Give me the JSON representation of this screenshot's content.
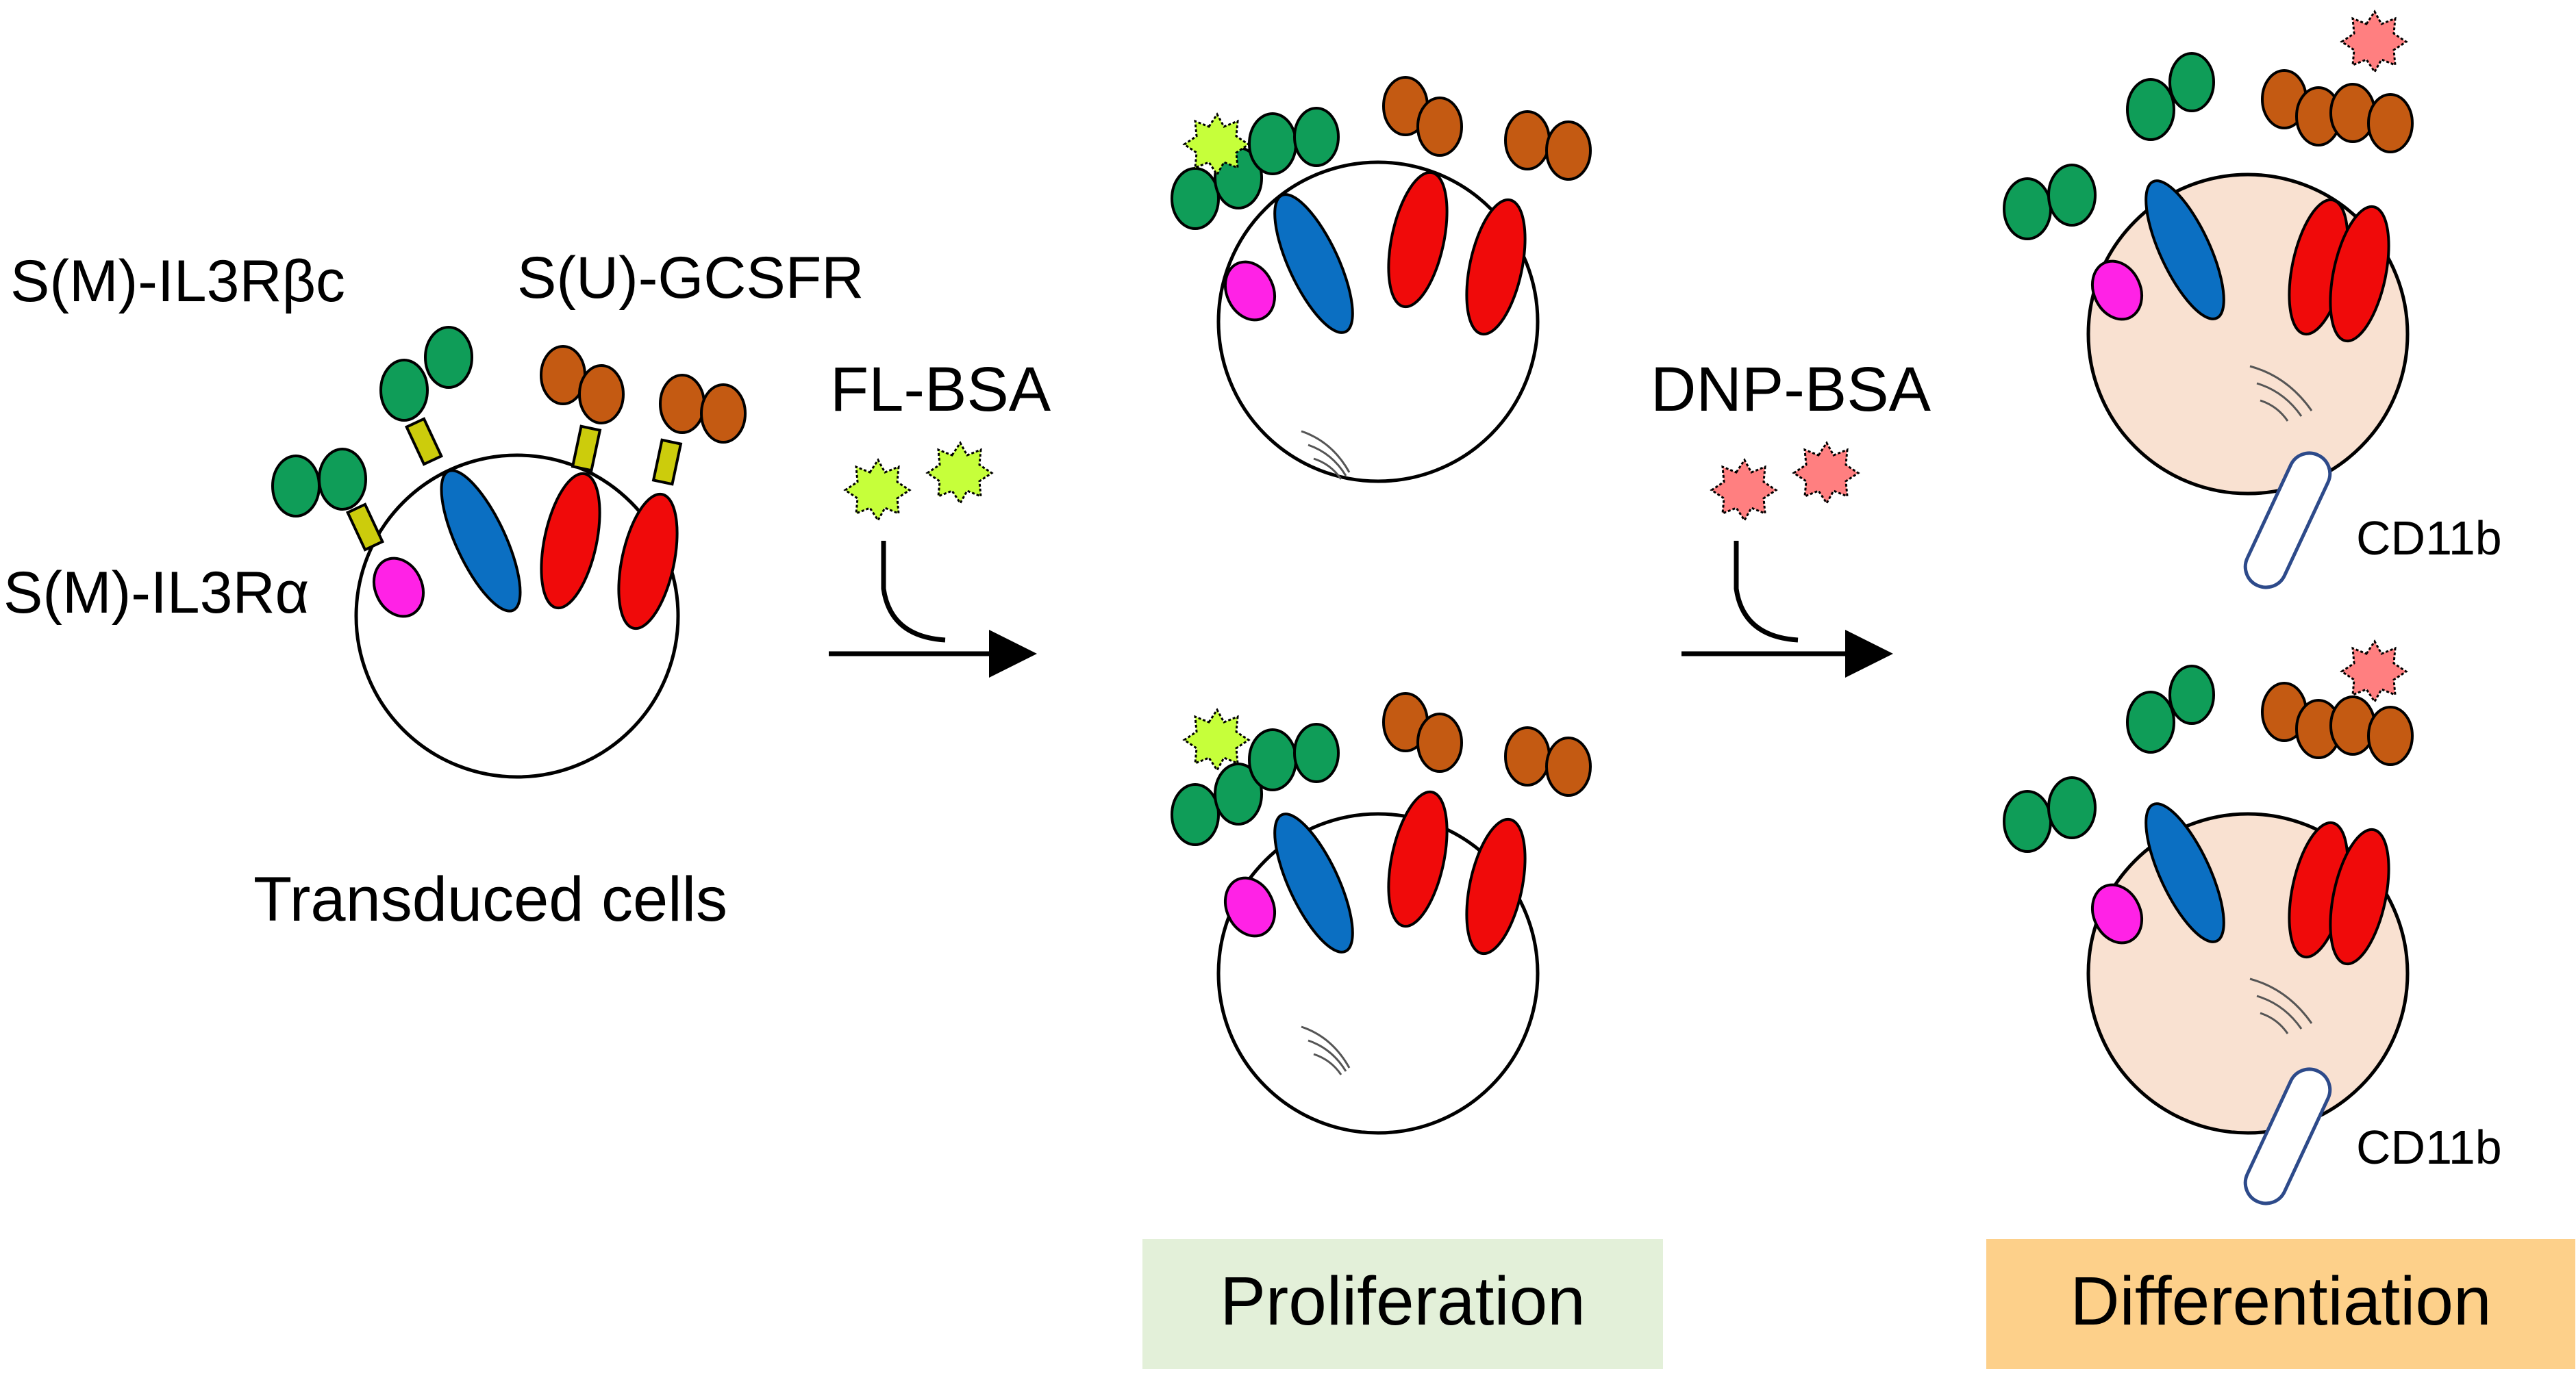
{
  "labels": {
    "il3rbc": "S(M)-IL3Rβc",
    "gcsfr": "S(U)-GCSFR",
    "il3ra": "S(M)-IL3Rα",
    "transduced": "Transduced cells",
    "fl_bsa": "FL-BSA",
    "dnp_bsa": "DNP-BSA",
    "cd11b_top": "CD11b",
    "cd11b_bottom": "CD11b",
    "proliferation": "Proliferation",
    "differentiation": "Differentiation"
  },
  "colors": {
    "green": "#0f9d58",
    "blue": "#0b6fc2",
    "red": "#f00a0a",
    "magenta": "#ff22e6",
    "orange": "#c45a12",
    "yellow": "#cccc0c",
    "fl_star": "#c6ff3a",
    "dnp_star": "#ff7f80",
    "cell_peach": "#f9e1d1",
    "proliferation_box": "#e3f0d9",
    "differentiation_box": "#fdd08a"
  }
}
